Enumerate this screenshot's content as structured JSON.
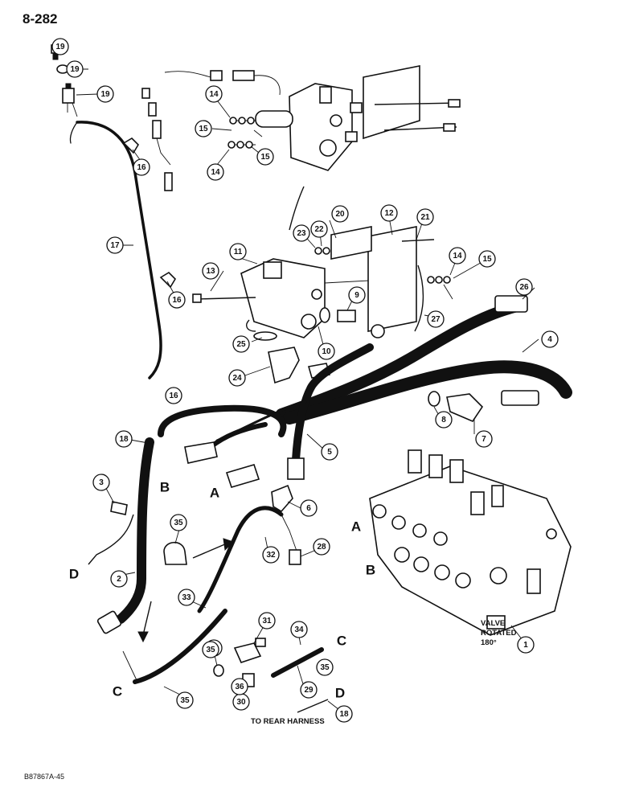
{
  "page_number": "8-282",
  "figure_code": "B87867A-45",
  "notes": {
    "valve_rotated": [
      "VALVE",
      "ROTATED",
      "180°"
    ],
    "to_rear_harness": "TO REAR HARNESS"
  },
  "callouts": [
    "1",
    "2",
    "3",
    "4",
    "5",
    "6",
    "7",
    "8",
    "9",
    "10",
    "11",
    "12",
    "13",
    "14",
    "14",
    "14",
    "15",
    "15",
    "15",
    "16",
    "16",
    "16",
    "17",
    "18",
    "18",
    "19",
    "19",
    "19",
    "20",
    "21",
    "22",
    "23",
    "24",
    "25",
    "26",
    "27",
    "28",
    "29",
    "30",
    "31",
    "31",
    "32",
    "33",
    "34",
    "35",
    "35",
    "35",
    "35",
    "36"
  ],
  "letters": [
    "A",
    "A",
    "B",
    "B",
    "C",
    "C",
    "D",
    "D"
  ]
}
